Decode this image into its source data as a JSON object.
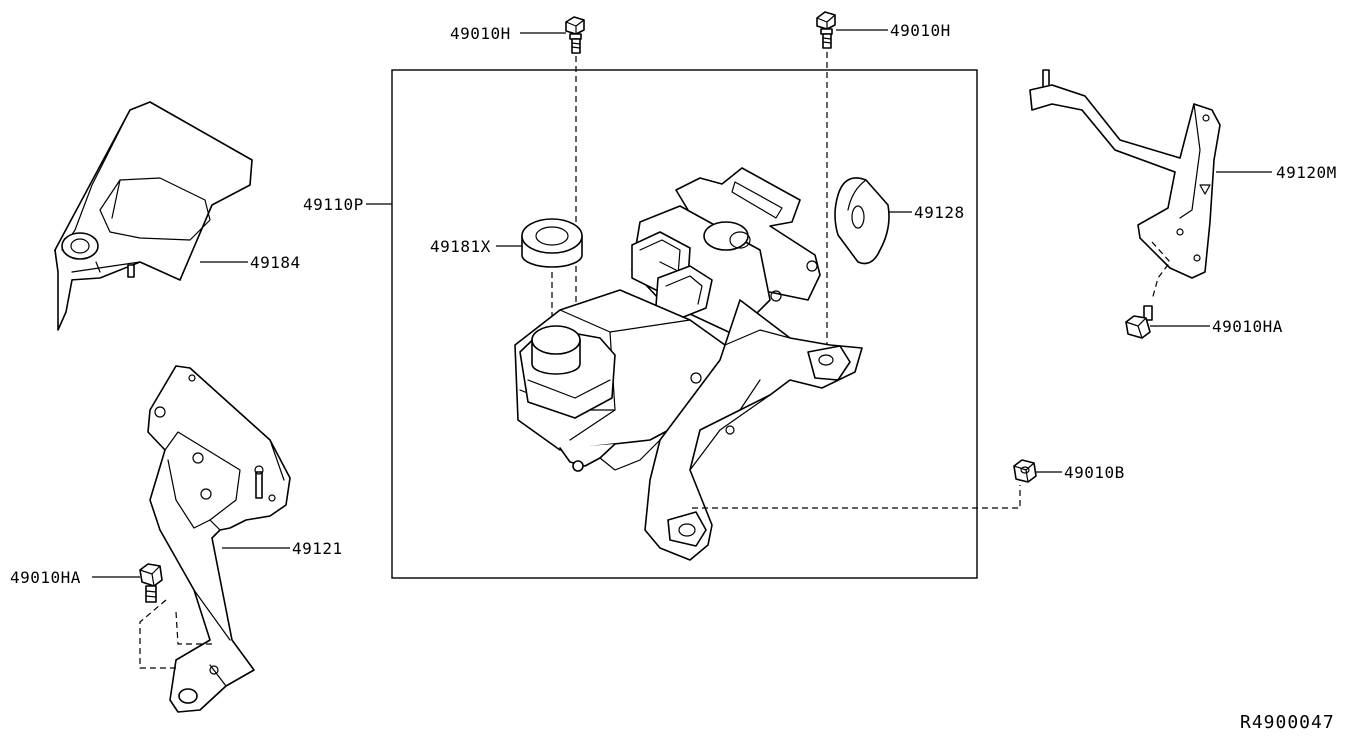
{
  "labels": {
    "bolt_top_left": "49010H",
    "bolt_top_right": "49010H",
    "pump_assembly": "49110P",
    "reservoir_cap": "49181X",
    "washer": "49128",
    "upper_right_bracket": "49120M",
    "bolt_right": "49010HA",
    "nut_right": "49010B",
    "cover": "49184",
    "lower_left_bracket": "49121",
    "bolt_left": "49010HA"
  },
  "reference_code": "R4900047"
}
